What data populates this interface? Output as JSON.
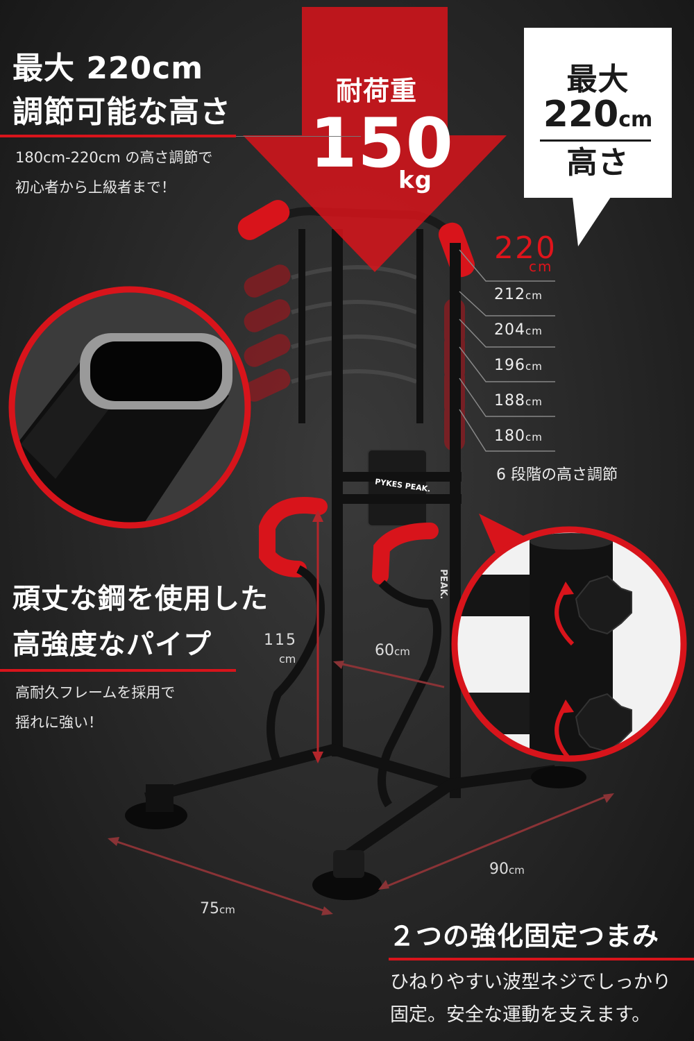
{
  "top_left": {
    "title_line1": "最大 220cm",
    "title_line2": "調節可能な高さ",
    "desc_line1": "180cm-220cm の高さ調節で",
    "desc_line2": "初心者から上級者まで！"
  },
  "load_arrow": {
    "label": "耐荷重",
    "value": "150",
    "unit": "kg"
  },
  "callout": {
    "line1": "最大",
    "line2_value": "220",
    "line2_unit": "cm",
    "line3": "高さ"
  },
  "heights": {
    "top_value": "220",
    "top_unit": "cm",
    "levels": [
      {
        "value": "212",
        "unit": "cm"
      },
      {
        "value": "204",
        "unit": "cm"
      },
      {
        "value": "196",
        "unit": "cm"
      },
      {
        "value": "188",
        "unit": "cm"
      },
      {
        "value": "180",
        "unit": "cm"
      }
    ],
    "caption": "6 段階の高さ調節"
  },
  "steel": {
    "title_line1": "頑丈な鋼を使用した",
    "title_line2": "高強度なパイプ",
    "desc_line1": "高耐久フレームを採用で",
    "desc_line2": "揺れに強い！"
  },
  "dimensions": {
    "height_value": "115",
    "height_unit": "cm",
    "depth_value": "60",
    "depth_unit": "cm",
    "width_value": "90",
    "width_unit": "cm",
    "length_value": "75",
    "length_unit": "cm"
  },
  "brand": {
    "pad_logo": "PYKES PEAK.",
    "frame_logo": "PEAK."
  },
  "knobs": {
    "title": "２つの強化固定つまみ",
    "desc_line1": "ひねりやすい波型ネジでしっかり",
    "desc_line2": "固定。安全な運動を支えます。"
  },
  "colors": {
    "accent": "#d8141b",
    "background": "#262626"
  }
}
